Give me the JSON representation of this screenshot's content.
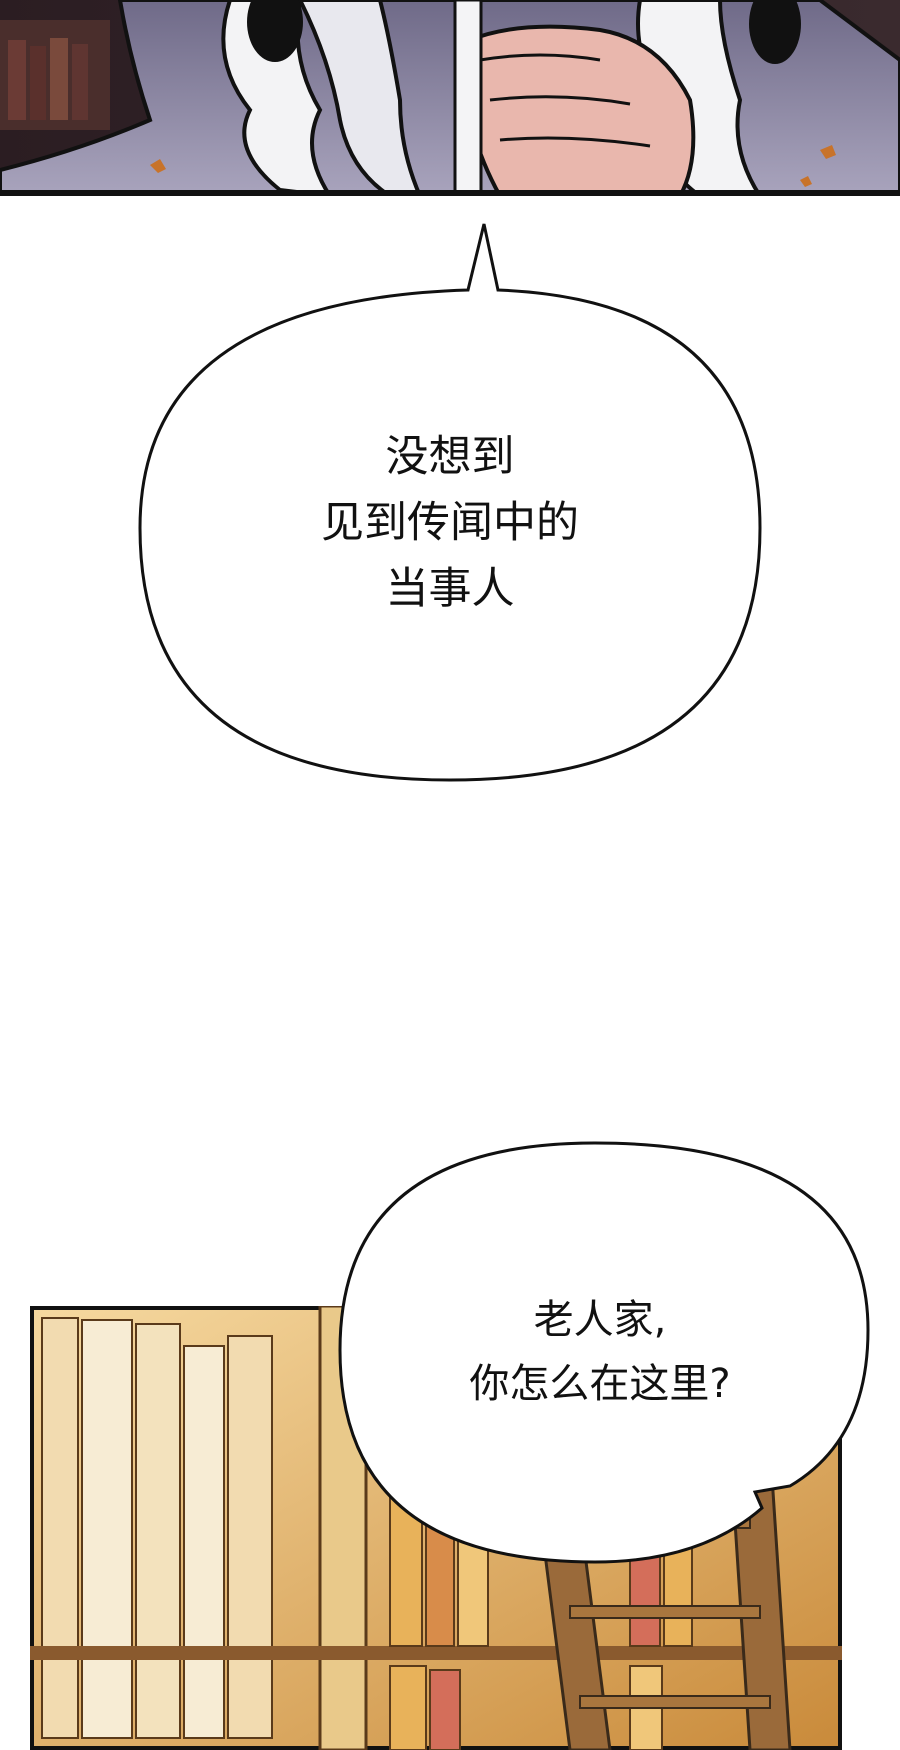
{
  "panels": {
    "top": {
      "subject": "white-haired figure in robe with hand raised",
      "scene": "library"
    },
    "bottom": {
      "subject": "bookshelves with wooden ladder",
      "scene": "library"
    }
  },
  "speech_bubbles": [
    {
      "lines": [
        "没想到",
        "见到传闻中的",
        "当事人"
      ]
    },
    {
      "lines": [
        "老人家,",
        "你怎么在这里?"
      ]
    }
  ],
  "colors": {
    "background": "#ffffff",
    "outline": "#111111",
    "robe": "#8f8aa6",
    "hair": "#f2f2f4",
    "skin": "#e9b7ad",
    "shelf_dark": "#3a2a1a",
    "book_light": "#f6e6c2",
    "book_warm": "#e8b25a",
    "ladder": "#8a5a2e"
  }
}
